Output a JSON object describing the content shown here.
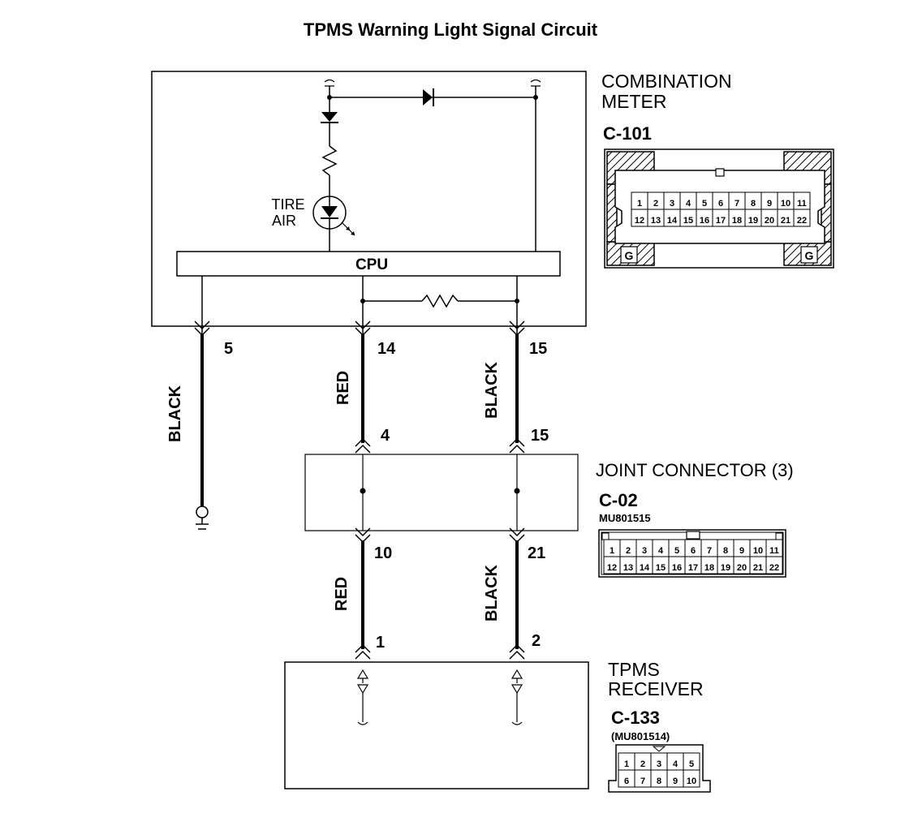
{
  "title": "TPMS Warning Light Signal Circuit",
  "combination_meter": {
    "name_line1": "COMBINATION",
    "name_line2": "METER",
    "connector_id": "C-101",
    "lamp_label_line1": "TIRE",
    "lamp_label_line2": "AIR",
    "cpu_label": "CPU",
    "ground_mark": "G",
    "pins_top": [
      "1",
      "2",
      "3",
      "4",
      "5",
      "6",
      "7",
      "8",
      "9",
      "10",
      "11"
    ],
    "pins_bottom": [
      "12",
      "13",
      "14",
      "15",
      "16",
      "17",
      "18",
      "19",
      "20",
      "21",
      "22"
    ]
  },
  "joint_connector": {
    "name": "JOINT CONNECTOR (3)",
    "connector_id": "C-02",
    "part_number": "MU801515",
    "pins_top": [
      "1",
      "2",
      "3",
      "4",
      "5",
      "6",
      "7",
      "8",
      "9",
      "10",
      "11"
    ],
    "pins_bottom": [
      "12",
      "13",
      "14",
      "15",
      "16",
      "17",
      "18",
      "19",
      "20",
      "21",
      "22"
    ]
  },
  "tpms_receiver": {
    "name_line1": "TPMS",
    "name_line2": "RECEIVER",
    "connector_id": "C-133",
    "part_number": "(MU801514)",
    "pins_top": [
      "1",
      "2",
      "3",
      "4",
      "5"
    ],
    "pins_bottom": [
      "6",
      "7",
      "8",
      "9",
      "10"
    ]
  },
  "wires": {
    "ground": {
      "pin": "5",
      "color": "BLACK"
    },
    "signal": {
      "meter_pin": "14",
      "joint_in_pin": "4",
      "joint_out_pin": "10",
      "receiver_pin": "1",
      "color": "RED"
    },
    "return": {
      "meter_pin": "15",
      "joint_in_pin": "15",
      "joint_out_pin": "21",
      "receiver_pin": "2",
      "color": "BLACK"
    }
  }
}
